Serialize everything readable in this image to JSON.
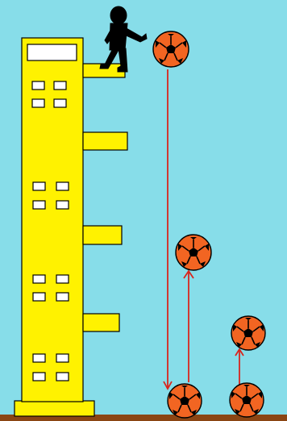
{
  "scene": {
    "sky_color": "#87dde9",
    "ground_color": "#8b4513",
    "building_color": "#fff200",
    "building_outline": "#000000",
    "window_color": "#ffffff",
    "trajectory_color": "#d9251d",
    "ball_color": "#f26522",
    "ball_patch_color": "#000000",
    "figure_color": "#000000"
  },
  "elements": {
    "building": "building",
    "ledges": [
      "ledge",
      "ledge",
      "ledge",
      "ledge"
    ],
    "person": "person-silhouette",
    "balls": [
      "ball-drop-start",
      "ball-bounce-1-top",
      "ball-ground-1",
      "ball-bounce-2-top",
      "ball-ground-2"
    ],
    "arrows": [
      "drop-arrow",
      "first-rebound-arrow",
      "second-rebound-arrow"
    ]
  }
}
